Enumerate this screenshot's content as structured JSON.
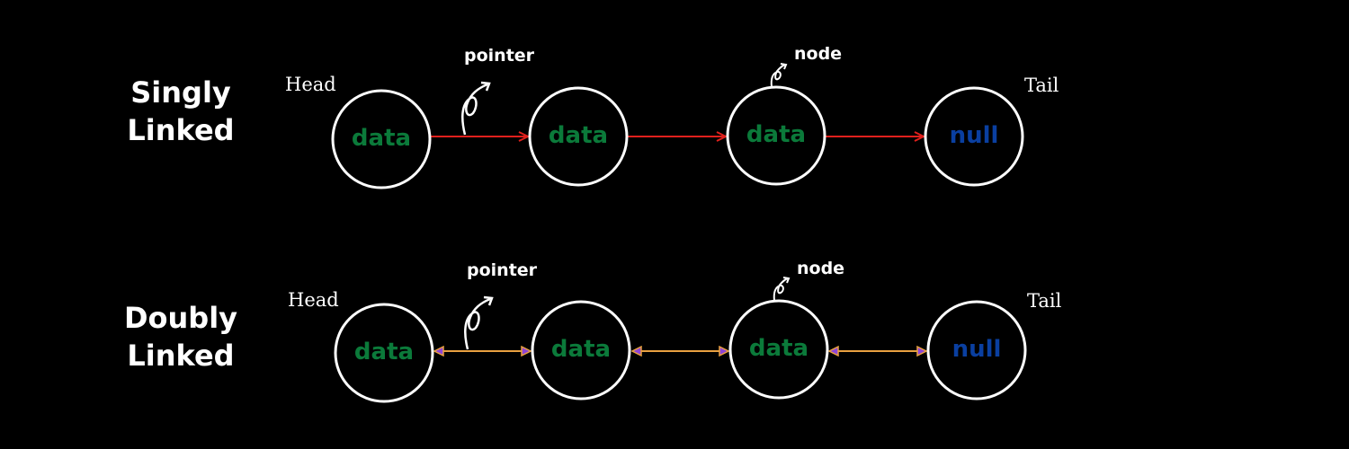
{
  "colors": {
    "background": "#000000",
    "node_stroke": "#ffffff",
    "data_text": "#0b7a3a",
    "null_text": "#0a3fa0",
    "singly_link": "#e0201c",
    "doubly_link": "#e8a040",
    "doubly_arrowhead_fill": "#8e44d6"
  },
  "singly": {
    "label_line1": "Singly",
    "label_line2": "Linked",
    "head_label": "Head",
    "tail_label": "Tail",
    "pointer_label": "pointer",
    "node_label": "node",
    "nodes": [
      "data",
      "data",
      "data",
      "null"
    ]
  },
  "doubly": {
    "label_line1": "Doubly",
    "label_line2": "Linked",
    "head_label": "Head",
    "tail_label": "Tail",
    "pointer_label": "pointer",
    "node_label": "node",
    "nodes": [
      "data",
      "data",
      "data",
      "null"
    ]
  }
}
